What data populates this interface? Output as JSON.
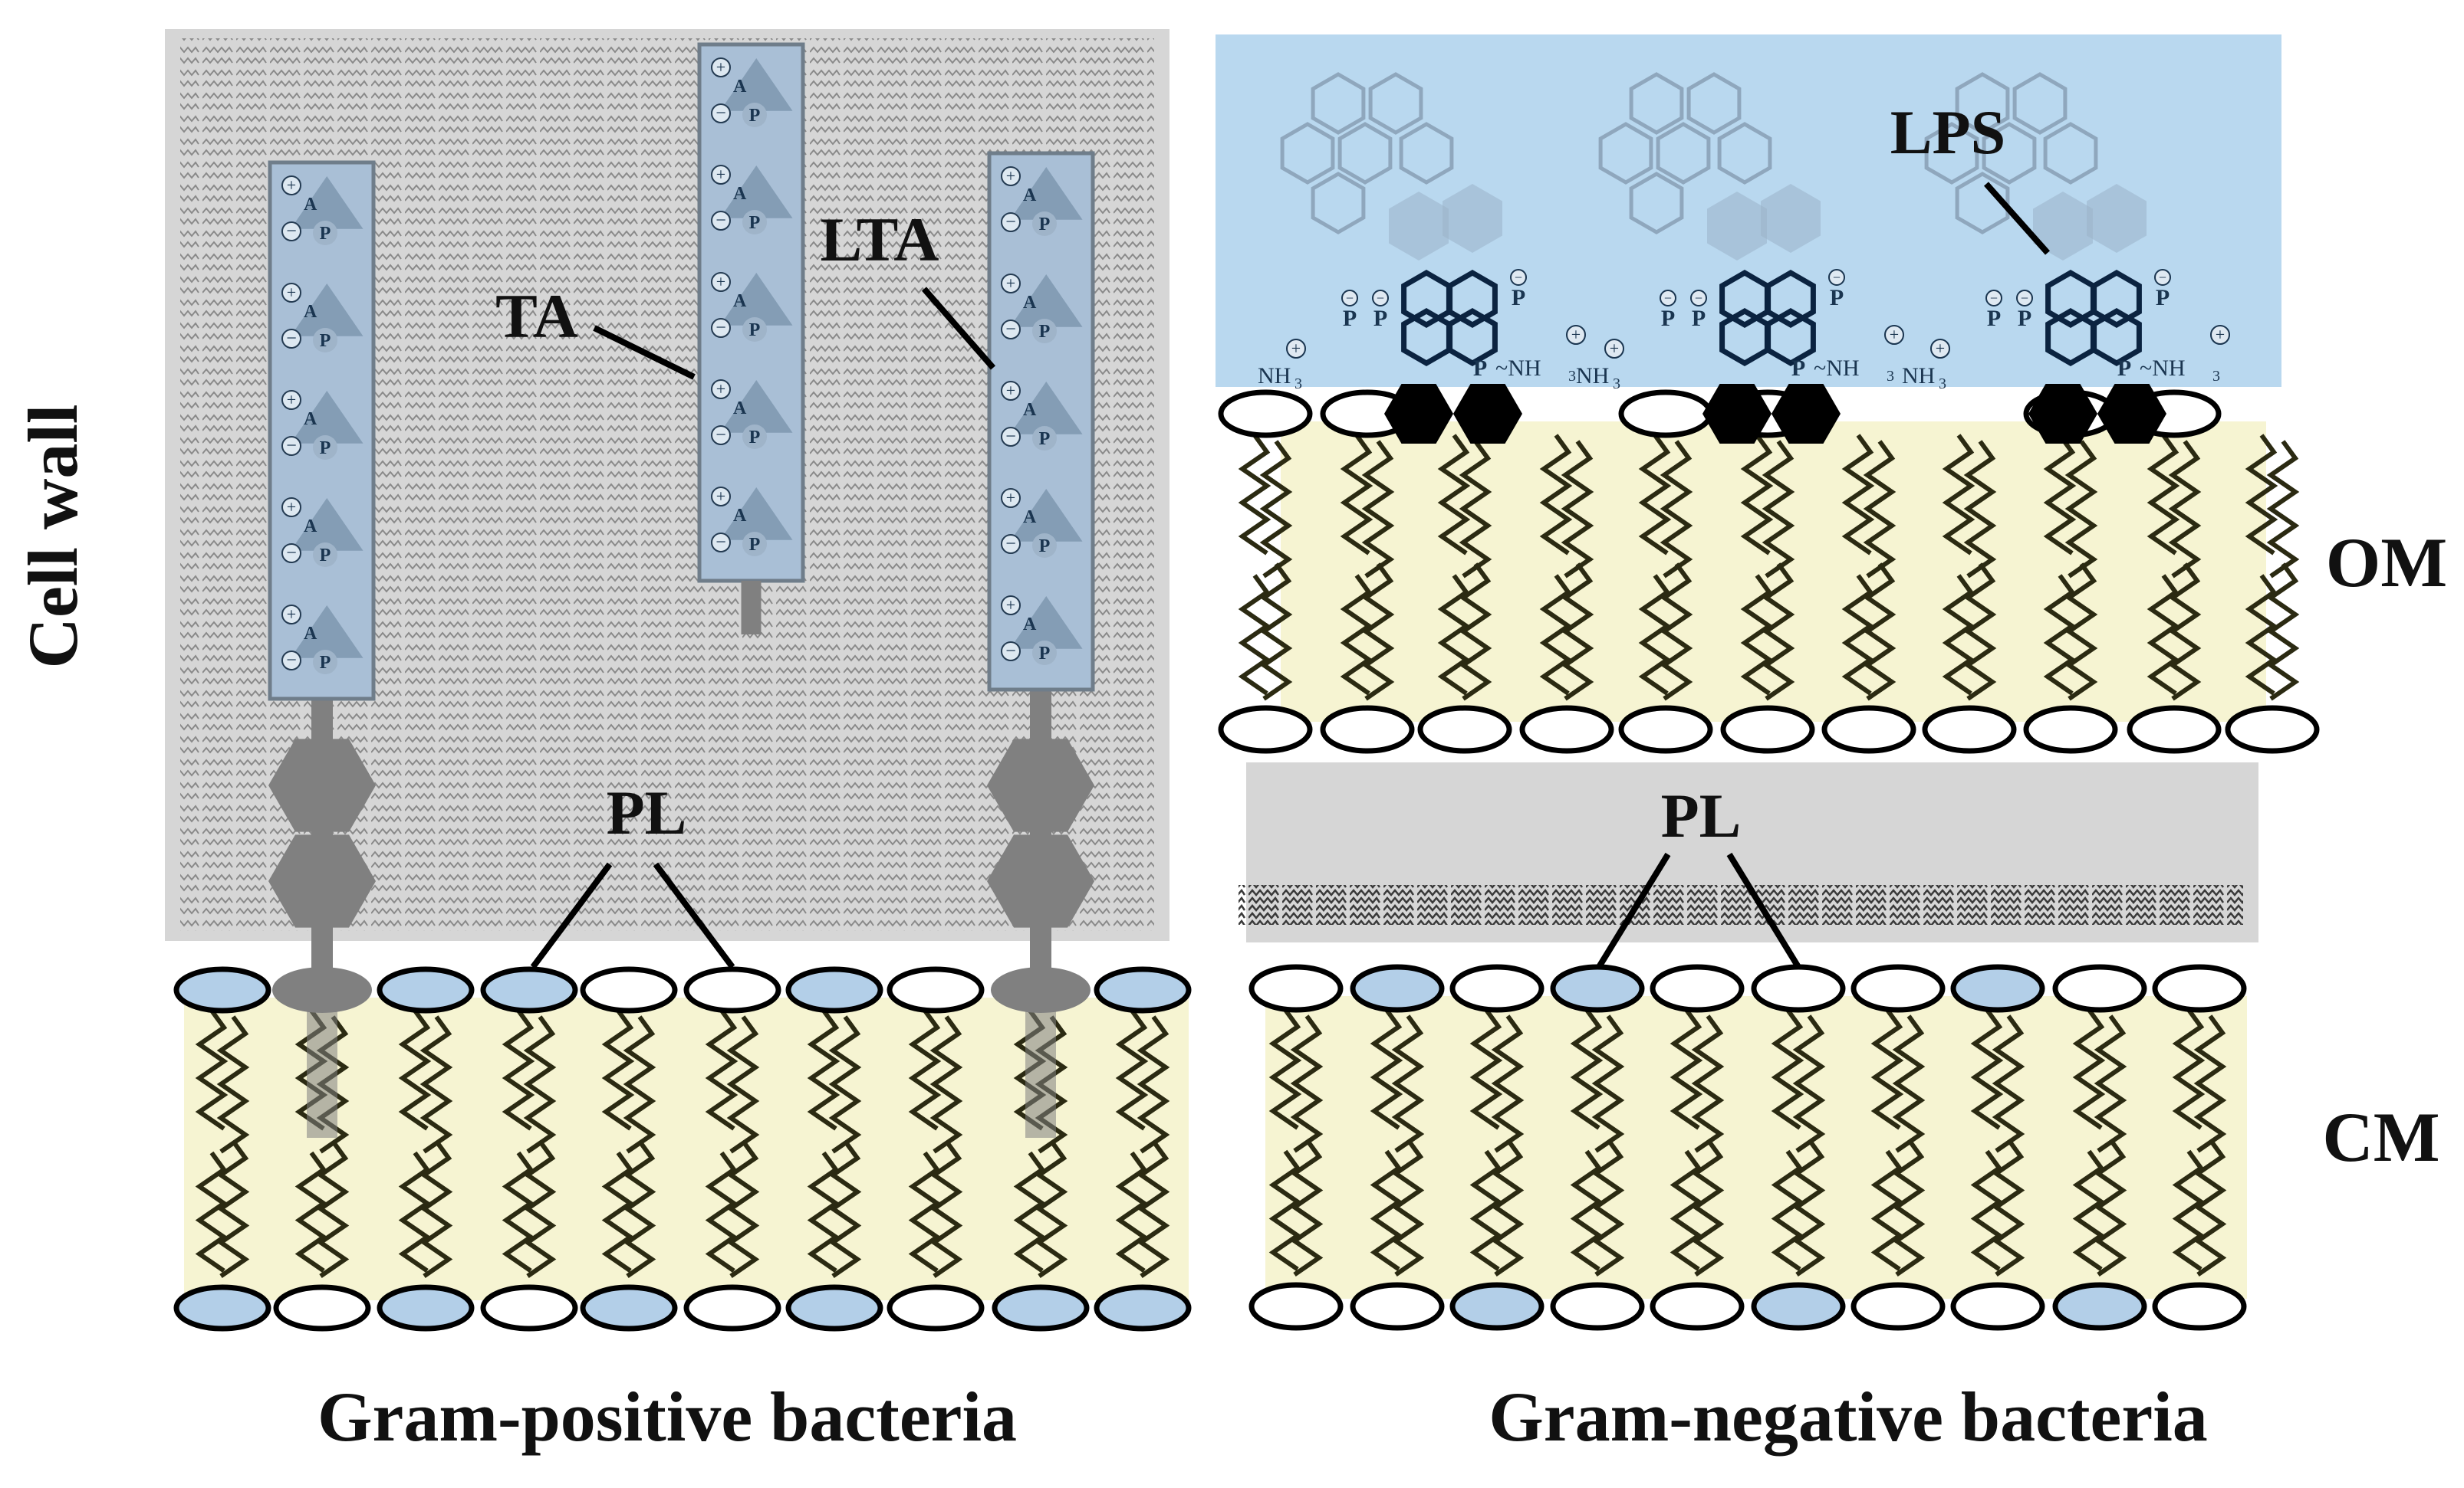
{
  "figure": {
    "side_label": "Cell wall",
    "gram_positive": {
      "caption": "Gram-positive bacteria",
      "ta_label": "TA",
      "lta_label": "LTA",
      "pl_label": "PL",
      "unit_letters": {
        "a": "A",
        "p": "P",
        "plus": "+",
        "minus": "−"
      }
    },
    "gram_negative": {
      "caption": "Gram-negative bacteria",
      "lps_label": "LPS",
      "om_label": "OM",
      "pl_label": "PL",
      "cm_label": "CM",
      "nh3": "NH",
      "nh3_sub": "3",
      "tilde_nh3": "~NH",
      "p_letter": "P",
      "plus": "+",
      "minus": "−"
    },
    "colors": {
      "cell_wall_bg": "#d6d6d6",
      "periplasm_bg": "#b9d8ef",
      "membrane_core": "#f6f4d2",
      "head_blue": "#b3cfe8",
      "head_white": "#ffffff",
      "ta_fill": "#a9bfd6",
      "anchor_gray": "#808080",
      "lps_dark": "#0b2340"
    }
  }
}
